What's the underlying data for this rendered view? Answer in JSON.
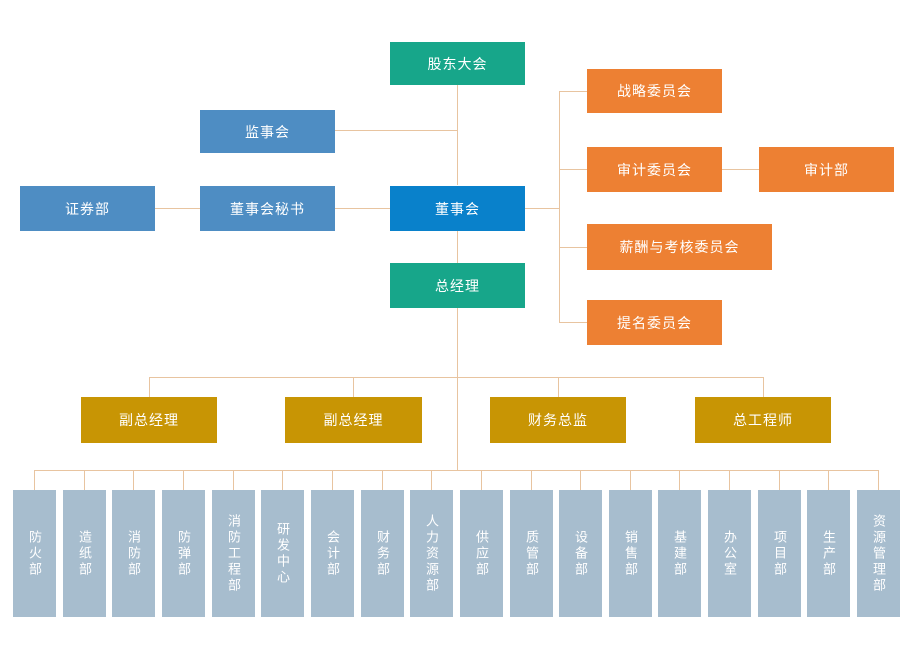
{
  "colors": {
    "teal": "#17a68a",
    "steel_blue": "#4e8dc3",
    "azure": "#0981cb",
    "orange": "#ed8033",
    "gold": "#c89504",
    "gray_blue": "#a7bdce",
    "connector": "#e8c4a0"
  },
  "nodes": {
    "shareholders_meeting": "股东大会",
    "supervisory_board": "监事会",
    "securities_dept": "证券部",
    "board_secretary": "董事会秘书",
    "board_of_directors": "董事会",
    "general_manager": "总经理",
    "committees": [
      "战略委员会",
      "审计委员会",
      "薪酬与考核委员会",
      "提名委员会"
    ],
    "audit_dept": "审计部",
    "executives": [
      "副总经理",
      "副总经理",
      "财务总监",
      "总工程师"
    ],
    "departments": [
      "防火部",
      "造纸部",
      "消防部",
      "防弹部",
      "消防工程部",
      "研发中心",
      "会计部",
      "财务部",
      "人力资源部",
      "供应部",
      "质管部",
      "设备部",
      "销售部",
      "基建部",
      "办公室",
      "项目部",
      "生产部",
      "资源管理部"
    ]
  }
}
